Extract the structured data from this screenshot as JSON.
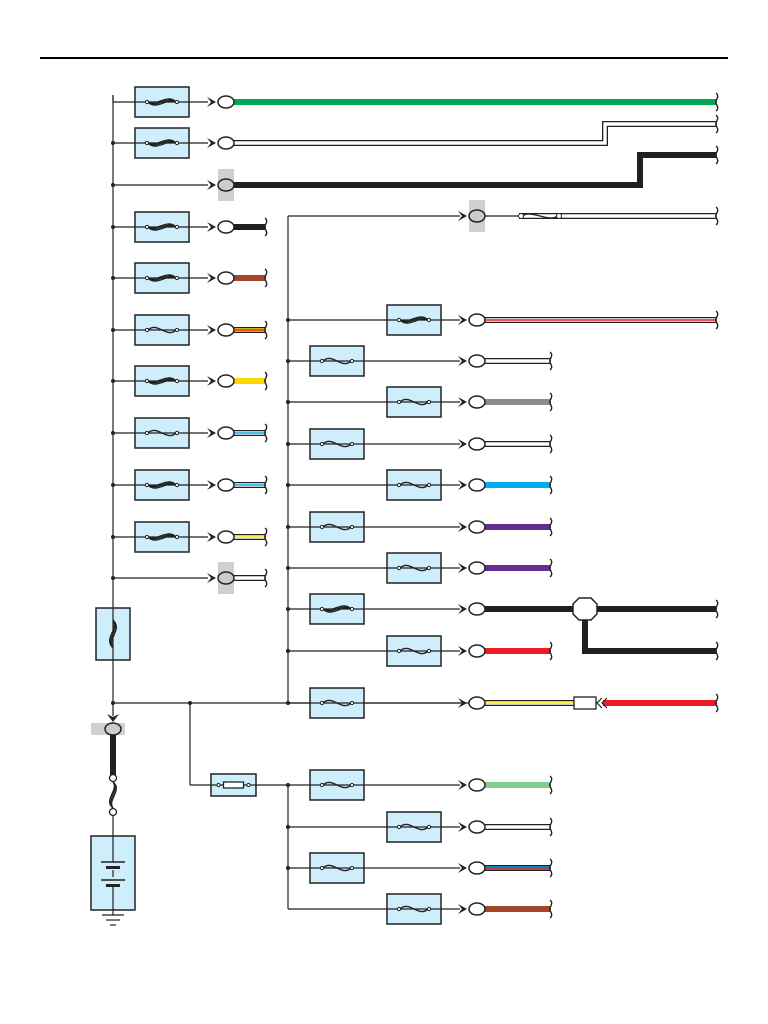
{
  "colors": {
    "fuse_fill": "#cdeefa",
    "line": "#222222",
    "connector_shade": "#d0d0d0"
  },
  "left_circuits": [
    {
      "fuse": "fusible-link",
      "wire": {
        "base": "#00a651"
      },
      "long": true
    },
    {
      "fuse": "fusible-link",
      "wire": {
        "base": "#ffffff"
      },
      "long": true
    },
    {
      "fuse": "none",
      "wire": {
        "base": "#231f20"
      },
      "long": true
    },
    {
      "fuse": "fusible-link",
      "wire": {
        "base": "#231f20"
      }
    },
    {
      "fuse": "fusible-link",
      "wire": {
        "base": "#a0472a"
      }
    },
    {
      "fuse": "fuse",
      "wire": {
        "base": "#ffe800",
        "stripe": "#ed1c24"
      }
    },
    {
      "fuse": "fusible-link",
      "wire": {
        "base": "#ffd700"
      }
    },
    {
      "fuse": "fuse",
      "wire": {
        "base": "#ffffff",
        "stripe": "#00aeef"
      }
    },
    {
      "fuse": "fusible-link",
      "wire": {
        "base": "#ffffff",
        "stripe": "#00aeef"
      }
    },
    {
      "fuse": "fusible-link",
      "wire": {
        "base": "#ffffff",
        "stripe": "#ffe800"
      }
    },
    {
      "fuse": "none",
      "wire": {
        "base": "#ffffff"
      }
    }
  ],
  "right_circuits": [
    {
      "fuse": "inline-fuse",
      "wire": {
        "base": "#ffffff"
      },
      "long": true
    },
    {
      "fuse": "fusible-link",
      "wire": {
        "base": "#ffffff",
        "stripe": "#ed1c24"
      },
      "long": true
    },
    {
      "fuse": "fuse",
      "wire": {
        "base": "#ffffff"
      }
    },
    {
      "fuse": "fuse",
      "wire": {
        "base": "#8c8c8c"
      }
    },
    {
      "fuse": "fuse",
      "wire": {
        "base": "#ffffff"
      }
    },
    {
      "fuse": "fuse",
      "wire": {
        "base": "#00aeef"
      }
    },
    {
      "fuse": "fuse",
      "wire": {
        "base": "#662d91"
      }
    },
    {
      "fuse": "fuse",
      "wire": {
        "base": "#662d91"
      }
    },
    {
      "fuse": "fusible-link",
      "wire": {
        "base": "#231f20"
      },
      "long": true,
      "splice": true
    },
    {
      "fuse": "fuse",
      "wire": {
        "base": "#ed1c24"
      }
    },
    {
      "fuse": "fuse",
      "wire": {
        "base": "#ffffff",
        "stripe": "#ffe800"
      },
      "long": true,
      "joint_to": "#ed1c24"
    }
  ],
  "bottom_circuits": [
    {
      "fuse": "fuse",
      "wire": {
        "base": "#7fcf8a"
      }
    },
    {
      "fuse": "fuse",
      "wire": {
        "base": "#ffffff"
      }
    },
    {
      "fuse": "fuse",
      "wire": {
        "base": "#00aeef",
        "stripe": "#ed1c24"
      }
    },
    {
      "fuse": "fuse",
      "wire": {
        "base": "#a0472a"
      }
    }
  ],
  "main_feed": {
    "main_fuse": "fusible-link",
    "sub_fuse": "cartridge-fuse",
    "battery": "battery",
    "ground": "ground"
  }
}
